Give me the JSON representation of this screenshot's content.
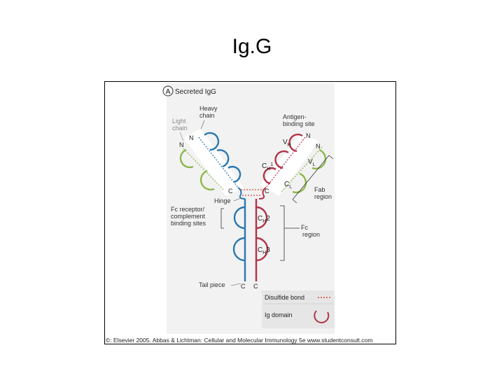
{
  "slide": {
    "title": "Ig.G"
  },
  "figure": {
    "panel_label": "A",
    "panel_title": "Secreted IgG",
    "labels": {
      "heavy_chain": [
        "Heavy",
        "chain"
      ],
      "light_chain": [
        "Light",
        "chain"
      ],
      "antigen_binding_site": [
        "Antigen-",
        "binding site"
      ],
      "n_terminus": "N",
      "c_terminus": "C",
      "hinge": "Hinge",
      "fab_region": [
        "Fab",
        "region"
      ],
      "fc_region": [
        "Fc",
        "region"
      ],
      "fc_receptor": [
        "Fc receptor/",
        "complement",
        "binding sites"
      ],
      "tail_piece": "Tail piece"
    },
    "domains": {
      "vh": {
        "main": "V",
        "sub": "H"
      },
      "vl": {
        "main": "V",
        "sub": "L"
      },
      "ch1": {
        "main": "C",
        "sub": "H",
        "sup": "1"
      },
      "cl": {
        "main": "C",
        "sub": "L"
      },
      "ch2": {
        "main": "C",
        "sub": "H",
        "tail": "2"
      },
      "ch3": {
        "main": "C",
        "sub": "H",
        "tail": "3"
      }
    },
    "legend": {
      "disulfide": "Disulfide bond",
      "ig_domain": "Ig domain"
    },
    "colors": {
      "heavy_chain_blue": "#2a78b0",
      "heavy_chain_red": "#b2334a",
      "light_chain_green": "#8cb84a",
      "disulfide_red": "#d24a3a",
      "panel_bg": "#f2f2f2"
    },
    "copyright": "©: Elsevier 2005. Abbas & Lichtman: Cellular and Molecular Immunology 5e www.studentconsult.com"
  }
}
